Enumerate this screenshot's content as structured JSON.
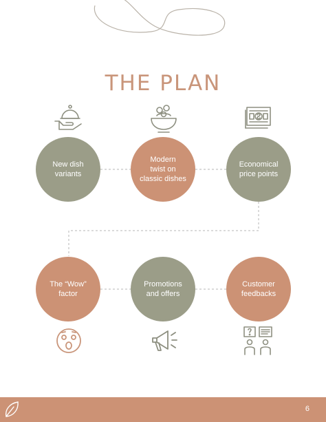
{
  "title": "THE PLAN",
  "colors": {
    "sage": "#9b9d88",
    "terracotta": "#cc9275",
    "title": "#c9957a",
    "icon_stroke": "#8d8f80"
  },
  "steps": [
    {
      "label": "New dish\nvariants",
      "icon": "cloche-serving-icon",
      "color": "sage"
    },
    {
      "label": "Modern\ntwist on\nclassic dishes",
      "icon": "salad-bowl-icon",
      "color": "terracotta"
    },
    {
      "label": "Economical\nprice points",
      "icon": "money-stack-icon",
      "color": "sage"
    },
    {
      "label": "The “Wow”\nfactor",
      "icon": "surprised-face-icon",
      "color": "terracotta"
    },
    {
      "label": "Promotions\nand offers",
      "icon": "megaphone-icon",
      "color": "sage"
    },
    {
      "label": "Customer\nfeedbacks",
      "icon": "feedback-people-icon",
      "color": "terracotta"
    }
  ],
  "footer": {
    "page_number": "6",
    "logo_icon": "leaf-icon"
  }
}
